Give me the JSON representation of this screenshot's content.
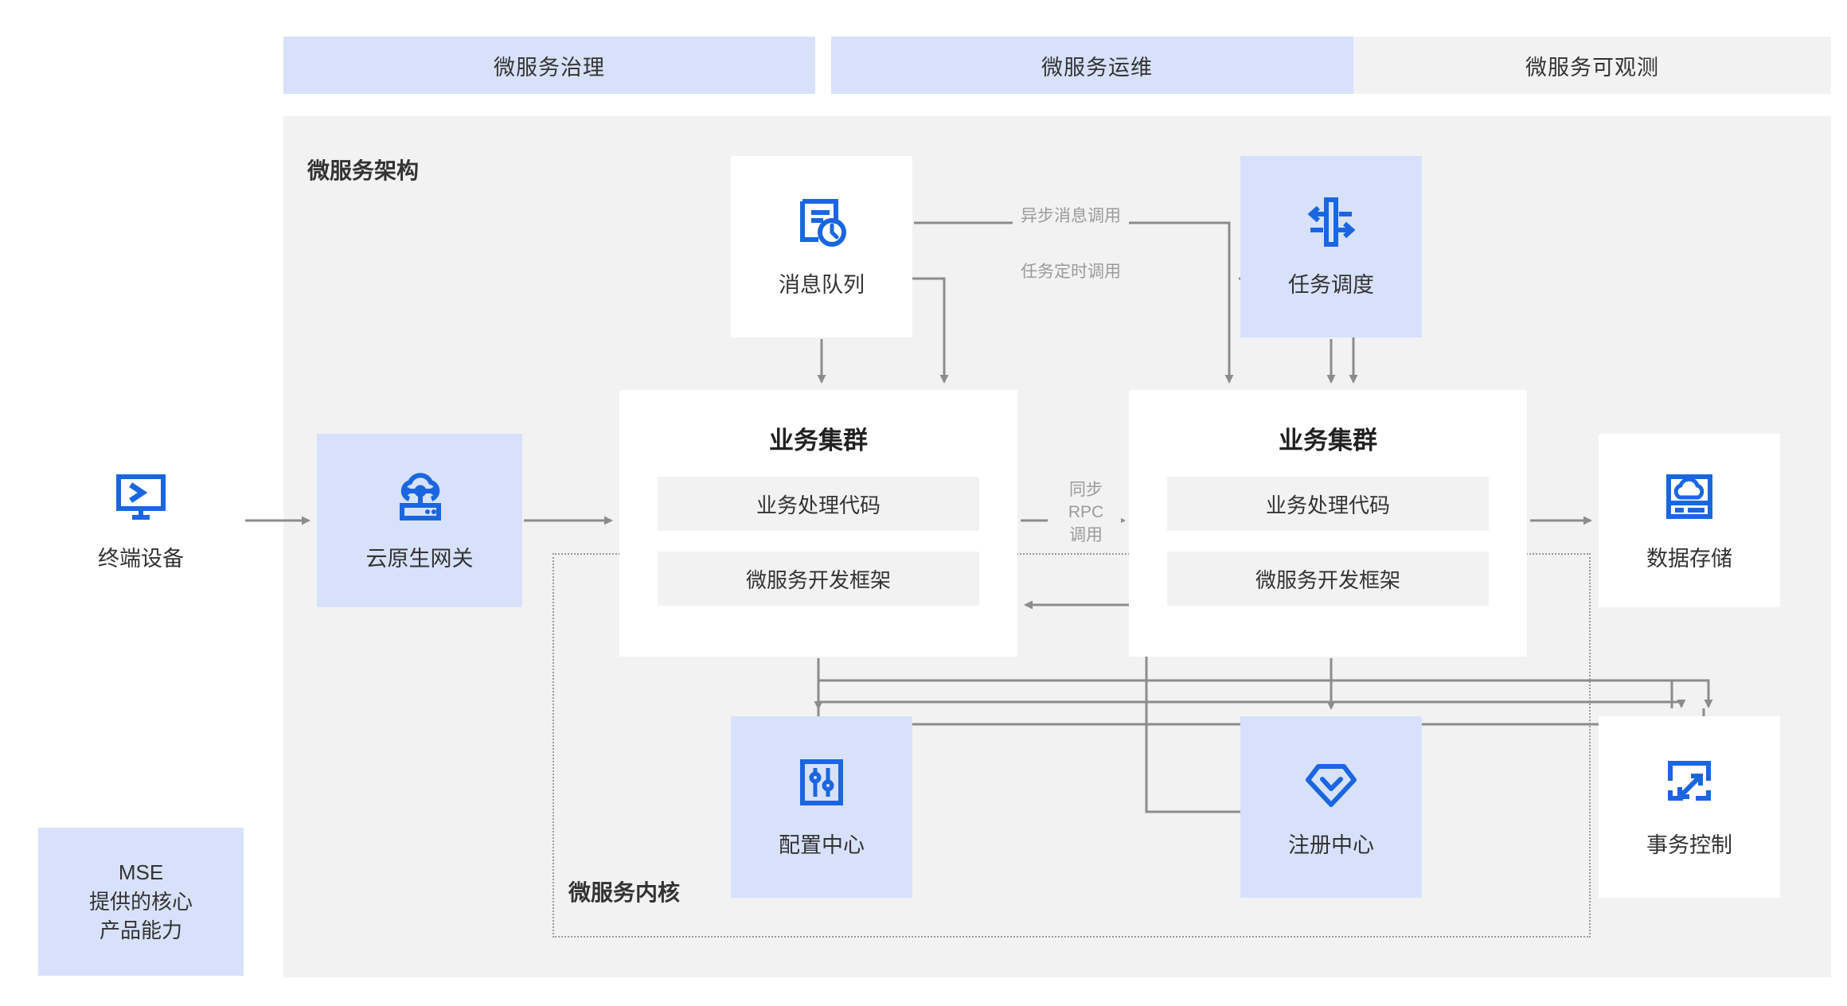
{
  "top_tabs": [
    {
      "label": "微服务治理",
      "style": "blue"
    },
    {
      "label": "微服务运维",
      "style": "blue"
    },
    {
      "label": "微服务可观测",
      "style": "grey"
    }
  ],
  "panel": {
    "title": "微服务架构",
    "kernel_zone_label": "微服务内核"
  },
  "nodes": {
    "terminal": {
      "label": "终端设备",
      "icon": "monitor-console-icon",
      "style": "white"
    },
    "gateway": {
      "label": "云原生网关",
      "icon": "cloud-gateway-icon",
      "style": "blue"
    },
    "mq": {
      "label": "消息队列",
      "icon": "message-queue-icon",
      "style": "white"
    },
    "scheduler": {
      "label": "任务调度",
      "icon": "task-schedule-icon",
      "style": "blue"
    },
    "storage": {
      "label": "数据存储",
      "icon": "cloud-storage-icon",
      "style": "white"
    },
    "config": {
      "label": "配置中心",
      "icon": "sliders-icon",
      "style": "blue"
    },
    "registry": {
      "label": "注册中心",
      "icon": "diamond-check-icon",
      "style": "blue"
    },
    "txn": {
      "label": "事务控制",
      "icon": "transaction-arrows-icon",
      "style": "white"
    }
  },
  "clusters": [
    {
      "title": "业务集群",
      "rows": [
        "业务处理代码",
        "微服务开发框架"
      ]
    },
    {
      "title": "业务集群",
      "rows": [
        "业务处理代码",
        "微服务开发框架"
      ]
    }
  ],
  "edge_labels": {
    "async": "异步消息调用",
    "timer": "任务定时调用",
    "rpc_line1": "同步",
    "rpc_line2": "RPC",
    "rpc_line3": "调用"
  },
  "legend": {
    "line1": "MSE",
    "line2": "提供的核心",
    "line3": "产品能力"
  },
  "colors": {
    "accent_blue": "#1a66e0",
    "node_blue_bg": "#d7e1fb",
    "panel_grey": "#f2f2f2",
    "wire_grey": "#8c8c8c",
    "text_dark": "#333333",
    "label_grey": "#9b9b9b"
  }
}
